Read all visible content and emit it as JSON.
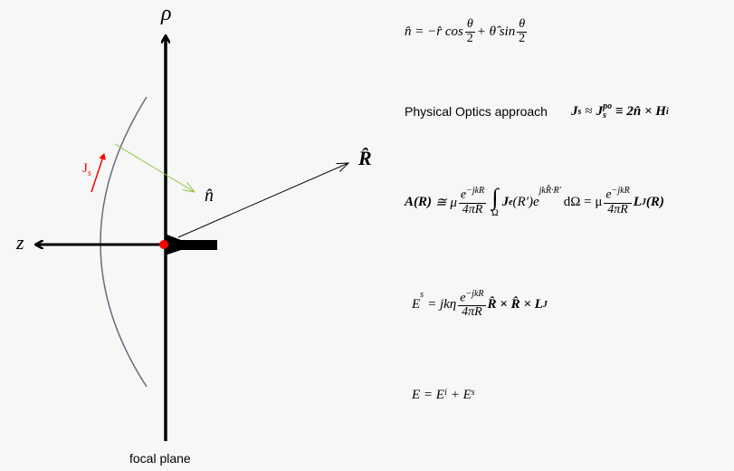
{
  "diagram": {
    "axis_rho_label": "ρ",
    "axis_z_label": "z",
    "n_hat_label": "n̂",
    "R_hat_label": "R̂",
    "js_label": "J",
    "js_sub": "s",
    "focal_plane_label": "focal plane",
    "colors": {
      "normal": "#8dc63f",
      "current": "#ff0000",
      "reflector": "#6a6a80",
      "feed_point": "#ff0000"
    }
  },
  "equations": {
    "n_hat": {
      "lhs": "n̂ = −r̂ cos",
      "frac_num": "θ",
      "frac_den": "2",
      "mid": "+ θ̂ sin",
      "frac2_num": "θ",
      "frac2_den": "2"
    },
    "po": {
      "label": "Physical Optics approach",
      "J": "J",
      "J_sub": "s",
      "approx": "≈",
      "Jpo": "J",
      "Jpo_sup": "po",
      "Jpo_sub": "s",
      "rhs": "≡ 2n̂ × H",
      "rhs_sup": "i"
    },
    "A": {
      "lhs": "A(R)",
      "cong": "≅ μ",
      "num": "e",
      "num_sup": "−jkR",
      "den": "4πR",
      "int_lim": "Ω",
      "Je": "J",
      "Je_sub": "e",
      "Je_arg": "(R′)e",
      "exp": "jkR̂·R′",
      "dOmega": "dΩ = μ",
      "num2": "e",
      "num2_sup": "−jkR",
      "den2": "4πR",
      "L": "L",
      "L_sub": "J",
      "L_arg": "(R)"
    },
    "Es": {
      "lhs": "E",
      "lhs_sup": "s",
      "eq": "= jkη",
      "num": "e",
      "num_sup": "−jkR",
      "den": "4πR",
      "rhs": "R̂ × R̂ × L",
      "rhs_sub": "J"
    },
    "E": {
      "lhs": "E = E",
      "sup1": "i",
      "plus": "+ E",
      "sup2": "s"
    }
  }
}
